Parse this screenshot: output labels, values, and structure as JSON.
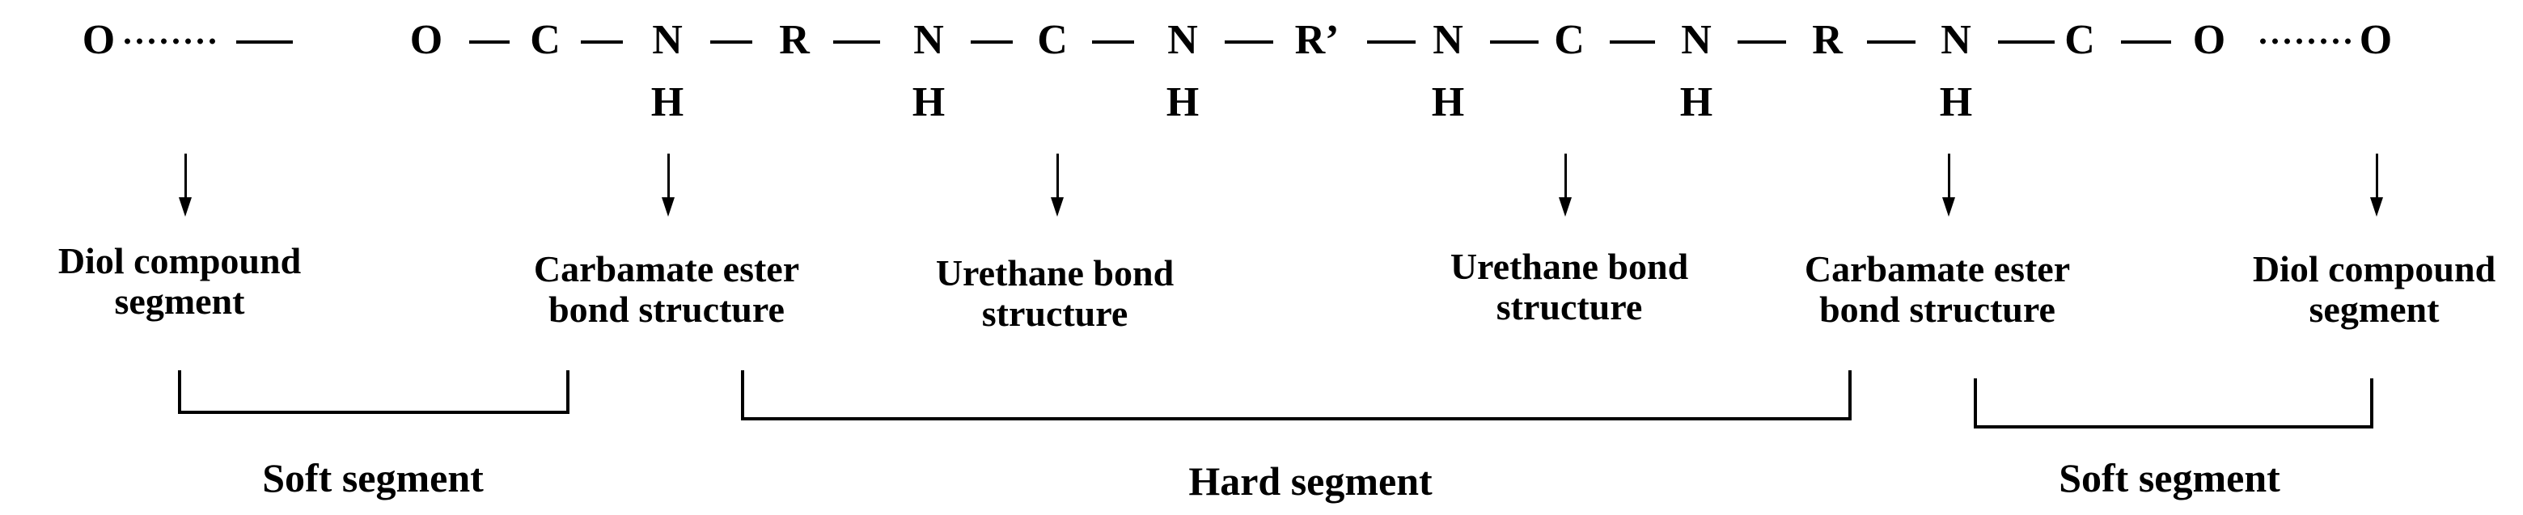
{
  "chain": {
    "atoms": [
      "O",
      "O",
      "C",
      "N",
      "R",
      "N",
      "C",
      "N",
      "R’",
      "N",
      "C",
      "N",
      "R",
      "N",
      "C",
      "O",
      "O"
    ],
    "hydrogens": [
      "H",
      "H",
      "H",
      "H",
      "H",
      "H"
    ]
  },
  "labels": {
    "diol_left": "Diol compound\nsegment",
    "carbamate_left": "Carbamate ester\nbond structure",
    "urethane_left": "Urethane bond\nstructure",
    "urethane_right": "Urethane bond\nstructure",
    "carbamate_right": "Carbamate ester\nbond structure",
    "diol_right": "Diol compound\nsegment"
  },
  "segments": {
    "soft_left": "Soft segment",
    "hard": "Hard segment",
    "soft_right": "Soft segment"
  }
}
